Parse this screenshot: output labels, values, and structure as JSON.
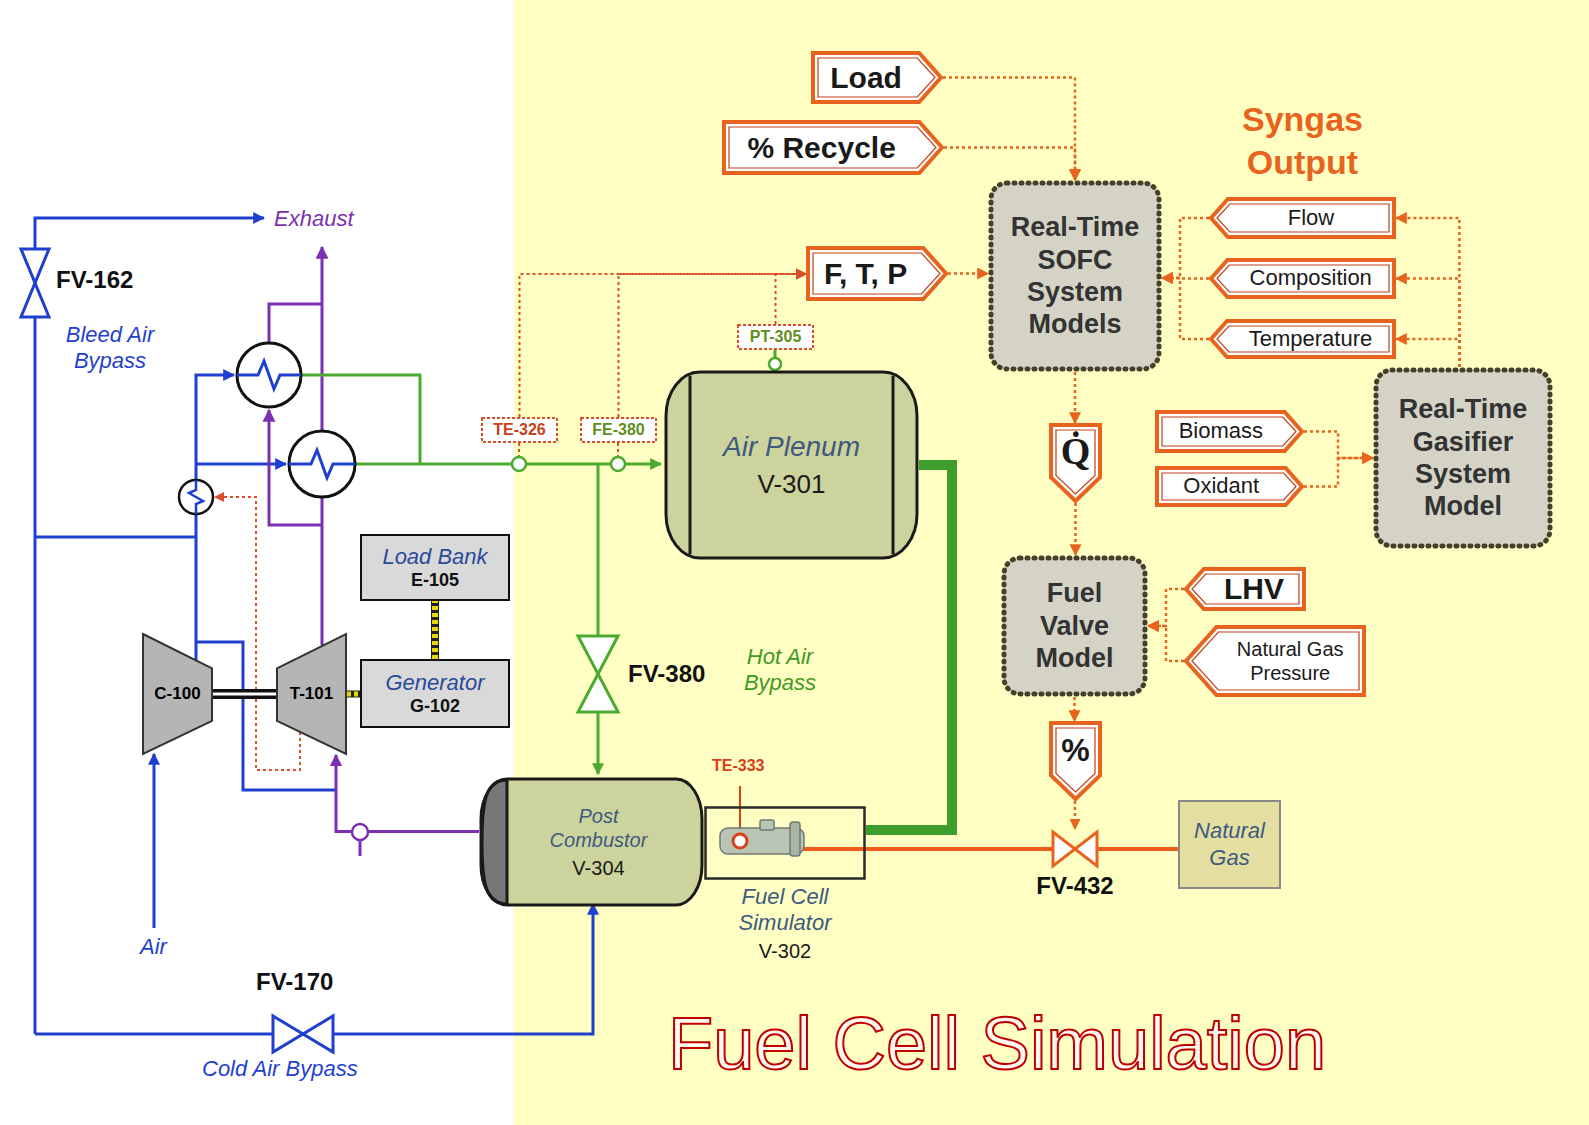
{
  "diagram": {
    "title": "Fuel Cell Simulation",
    "nodes": [
      {
        "text": [
          "Load"
        ]
      },
      {
        "text": [
          "% Recycle"
        ]
      },
      {
        "text": [
          "F, T, P"
        ]
      },
      {
        "text": [
          "Real-Time SOFC System Models"
        ]
      },
      {
        "text": [
          "Flow"
        ]
      },
      {
        "text": [
          "Composition"
        ]
      },
      {
        "text": [
          "Temperature"
        ]
      },
      {
        "text": [
          "Real-Time Gasifier System Model"
        ]
      },
      {
        "text": [
          "Biomass"
        ]
      },
      {
        "text": [
          "Oxidant"
        ]
      },
      {
        "text": [
          "Q̇"
        ]
      },
      {
        "text": [
          "Fuel Valve Model"
        ]
      },
      {
        "text": [
          "LHV"
        ]
      },
      {
        "text": [
          "Natural Gas Pressure"
        ]
      },
      {
        "text": [
          "%"
        ]
      },
      {
        "text": [
          "Air Plenum",
          "V-301"
        ]
      },
      {
        "text": [
          "Post Combustor",
          "V-304"
        ]
      },
      {
        "text": [
          "Fuel Cell Simulator",
          "V-302"
        ]
      },
      {
        "text": [
          "Natural Gas"
        ]
      },
      {
        "text": [
          "Load Bank",
          "E-105"
        ]
      },
      {
        "text": [
          "Generator",
          "G-102"
        ]
      },
      {
        "text": [
          "C-100"
        ]
      },
      {
        "text": [
          "T-101"
        ]
      },
      {
        "text": [
          "TE-326"
        ]
      },
      {
        "text": [
          "FE-380"
        ]
      },
      {
        "text": [
          "PT-305"
        ]
      }
    ],
    "edges": [
      {
        "from": 0,
        "to": 3,
        "arrow": "to"
      },
      {
        "from": 1,
        "to": 3,
        "arrow": "to"
      },
      {
        "from": 2,
        "to": 3,
        "arrow": "to"
      },
      {
        "from": 23,
        "to": 2,
        "arrow": "to"
      },
      {
        "from": 24,
        "to": 2,
        "arrow": "to"
      },
      {
        "from": 25,
        "to": 2,
        "arrow": "to"
      },
      {
        "from": 4,
        "to": 3,
        "arrow": "to"
      },
      {
        "from": 5,
        "to": 3,
        "arrow": "to"
      },
      {
        "from": 6,
        "to": 3,
        "arrow": "to"
      },
      {
        "from": 7,
        "to": 4,
        "arrow": "to"
      },
      {
        "from": 7,
        "to": 5,
        "arrow": "to"
      },
      {
        "from": 7,
        "to": 6,
        "arrow": "to"
      },
      {
        "from": 8,
        "to": 7,
        "arrow": "to"
      },
      {
        "from": 9,
        "to": 7,
        "arrow": "to"
      },
      {
        "from": 3,
        "to": 10,
        "arrow": "to"
      },
      {
        "from": 10,
        "to": 11,
        "arrow": "to"
      },
      {
        "from": 12,
        "to": 11,
        "arrow": "to"
      },
      {
        "from": 13,
        "to": 11,
        "arrow": "to"
      },
      {
        "from": 11,
        "to": 14,
        "arrow": "to"
      },
      {
        "from": 18,
        "to": 17,
        "arrow": "none"
      },
      {
        "from": 15,
        "to": 17,
        "arrow": "none"
      },
      {
        "from": 16,
        "to": 22,
        "arrow": "to"
      },
      {
        "from": 21,
        "to": 22,
        "arrow": "none"
      },
      {
        "from": 22,
        "to": 20,
        "arrow": "none"
      },
      {
        "from": 20,
        "to": 19,
        "arrow": "none"
      }
    ],
    "labels": [
      "Syngas Output",
      "Exhaust",
      "FV-162",
      "Bleed Air Bypass",
      "Hot Air Bypass",
      "FV-380",
      "TE-333",
      "FV-432",
      "Air",
      "FV-170",
      "Cold Air Bypass"
    ]
  }
}
